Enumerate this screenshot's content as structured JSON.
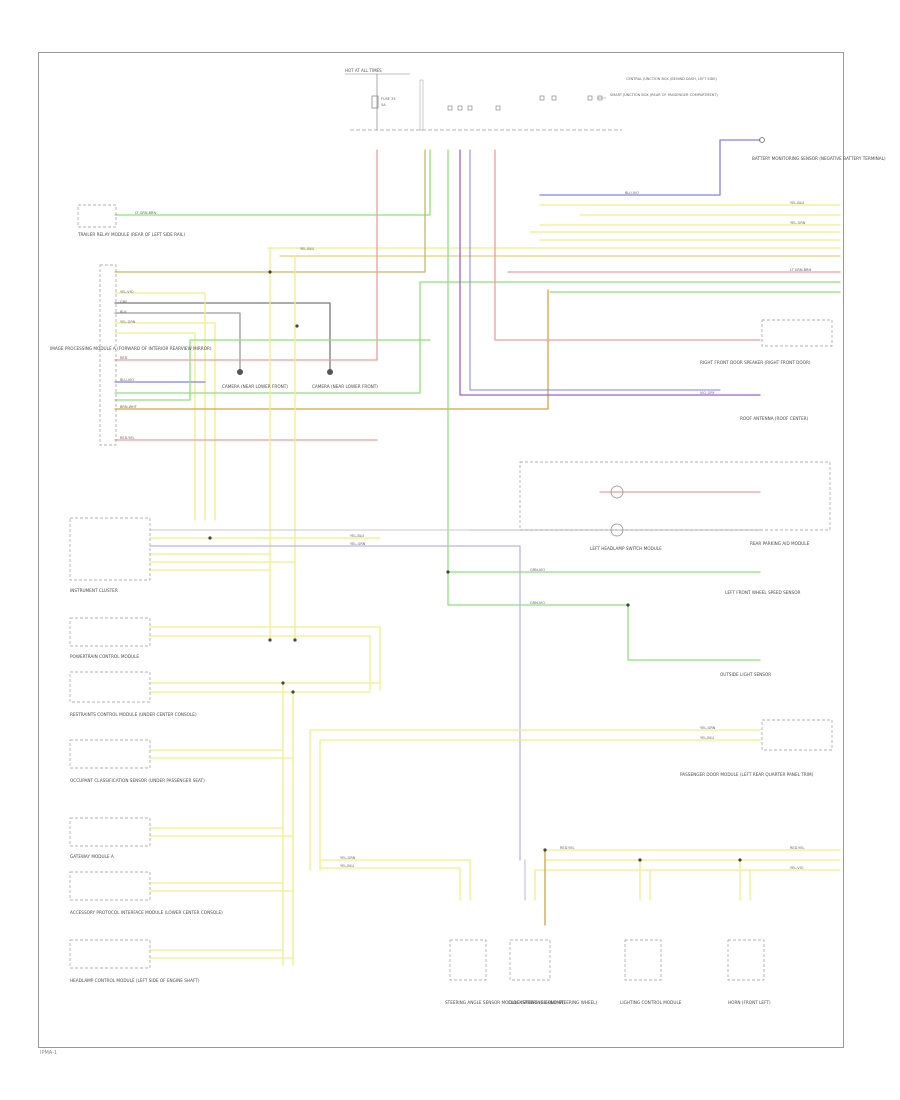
{
  "page_code": "IPMA-1",
  "colors": {
    "yellow": "#f1ef8a",
    "green": "#7fd86a",
    "red": "#f19c9c",
    "blue": "#8080e6",
    "purple": "#a060c8",
    "orange": "#d9a23f",
    "gray": "#6c6c6c",
    "lightgray": "#b8b8b8"
  },
  "top": {
    "fuse_box_title": "HOT AT ALL TIMES",
    "fuse_label": "FUSE 35",
    "fuse_rating": "5A",
    "central_junction": "CENTRAL JUNCTION BOX (BEHIND DASH, LEFT SIDE)",
    "smart_junction": "SMART JUNCTION BOX (REAR OF PASSENGER COMPARTMENT)"
  },
  "left_components": [
    {
      "id": "trailer",
      "name": "TRAILER RELAY MODULE (REAR OF LEFT SIDE RAIL)"
    },
    {
      "id": "ipma",
      "name": "IMAGE PROCESSING MODULE A (FORWARD OF INTERIOR REARVIEW MIRROR)"
    },
    {
      "id": "cam1",
      "name": "CAMERA (NEAR LOWER FRONT)"
    },
    {
      "id": "cam2",
      "name": "CAMERA (NEAR LOWER FRONT)"
    },
    {
      "id": "ipc",
      "name": "INSTRUMENT CLUSTER"
    },
    {
      "id": "pcm",
      "name": "POWERTRAIN CONTROL MODULE"
    },
    {
      "id": "rcm",
      "name": "RESTRAINTS CONTROL MODULE (UNDER CENTER CONSOLE)"
    },
    {
      "id": "occ",
      "name": "OCCUPANT CLASSIFICATION SENSOR (UNDER PASSENGER SEAT)"
    },
    {
      "id": "gsm",
      "name": "GATEWAY MODULE A"
    },
    {
      "id": "apim",
      "name": "ACCESSORY PROTOCOL INTERFACE MODULE (LOWER CENTER CONSOLE)"
    },
    {
      "id": "hcm",
      "name": "HEADLAMP CONTROL MODULE (LEFT SIDE OF ENGINE SHAFT)"
    }
  ],
  "right_components": [
    {
      "id": "batt",
      "name": "BATTERY MONITORING SENSOR (NEGATIVE BATTERY TERMINAL)"
    },
    {
      "id": "rfspk",
      "name": "RIGHT FRONT DOOR SPEAKER (RIGHT FRONT DOOR)"
    },
    {
      "id": "ant",
      "name": "ROOF ANTENNA (ROOF CENTER)"
    },
    {
      "id": "lhsm",
      "name": "LEFT HEADLAMP SWITCH MODULE"
    },
    {
      "id": "rpm",
      "name": "REAR PARKING AID MODULE"
    },
    {
      "id": "lfws",
      "name": "LEFT FRONT WHEEL SPEED SENSOR"
    },
    {
      "id": "ols",
      "name": "OUTSIDE LIGHT SENSOR"
    },
    {
      "id": "pdm",
      "name": "PASSENGER DOOR MODULE (LEFT REAR QUARTER PANEL TRIM)"
    }
  ],
  "bottom_components": [
    {
      "id": "b1",
      "name": "STEERING ANGLE SENSOR MODULE (STEERING COLUMN)"
    },
    {
      "id": "b2",
      "name": "CLOCKSPRING (BEHIND STEERING WHEEL)"
    },
    {
      "id": "b3",
      "name": "LIGHTING CONTROL MODULE"
    },
    {
      "id": "b4",
      "name": "HORN (FRONT LEFT)"
    }
  ],
  "wire_labels": {
    "yel_grn": "YEL-GRN",
    "yel_blu": "YEL-BLU",
    "yel_vio": "YEL-VIO",
    "grn_vio": "GRN-VIO",
    "red": "RED",
    "blk": "BLK",
    "gry": "GRY",
    "blu_vio": "BLU-VIO",
    "red_yel": "RED-YEL",
    "lt_grn": "LT GRN-BRN",
    "wht_blk": "WHT-BLK",
    "brn_wht": "BRN-WHT",
    "vio_gry": "VIO-GRY"
  }
}
